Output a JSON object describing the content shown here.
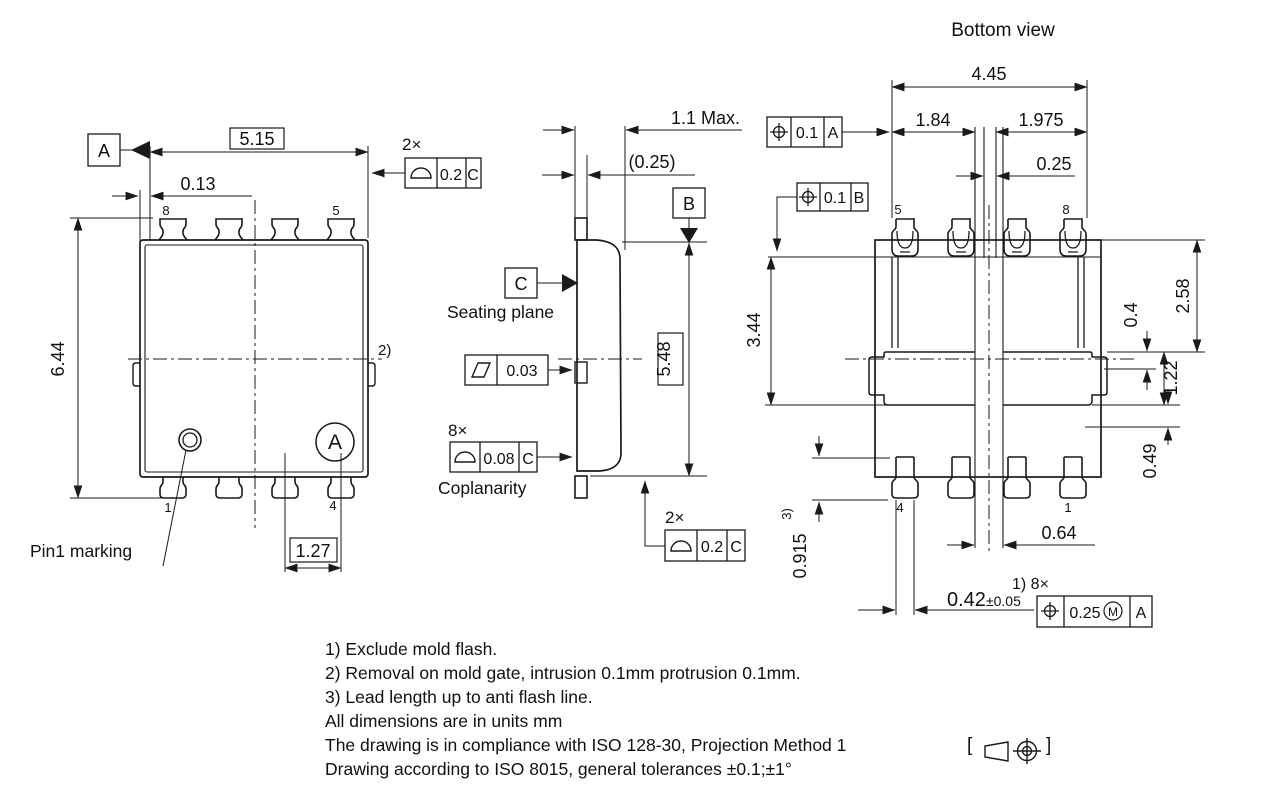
{
  "drawing": {
    "front_view": {
      "dim_width": "5.15",
      "dim_offset": "0.13",
      "dim_height": "6.44",
      "dim_pitch": "1.27",
      "pin8": "8",
      "pin5": "5",
      "pin1": "1",
      "pin4": "4",
      "datum_a": "A",
      "marking_circle_letter": "A",
      "pin1_label": "Pin1 marking",
      "note_ref": "2)",
      "fcf_top": {
        "count": "2×",
        "symbol": "profile-of-surface",
        "tolerance": "0.2",
        "datum": "C"
      }
    },
    "side_view": {
      "dim_total": "1.1 Max.",
      "dim_lead": "(0.25)",
      "dim_body": "5.48",
      "datum_b": "B",
      "datum_c": "C",
      "seating_plane_label": "Seating plane",
      "coplanarity_label": "Coplanarity",
      "fcf_flatness": {
        "symbol": "flatness",
        "tolerance": "0.03"
      },
      "fcf_coplanarity": {
        "count": "8×",
        "symbol": "profile-of-surface",
        "tolerance": "0.08",
        "datum": "C"
      },
      "fcf_lead_tips": {
        "count": "2×",
        "symbol": "profile-of-surface",
        "tolerance": "0.2",
        "datum": "C"
      }
    },
    "bottom_view": {
      "title": "Bottom view",
      "dim_span": "4.45",
      "dim_left": "1.84",
      "dim_right": "1.975",
      "dim_slot": "0.25",
      "dim_pad_height": "3.44",
      "dim_top": "2.58",
      "dim_step": "0.4",
      "dim_mid": "1.22",
      "dim_lower": "0.49",
      "dim_gap": "0.64",
      "dim_lead_len": "0.915",
      "lead_len_ref": "3)",
      "dim_lead_width": "0.42",
      "dim_lead_width_tol": "±0.05",
      "fcf_count": "1) 8×",
      "pin5": "5",
      "pin8": "8",
      "pin4": "4",
      "pin1": "1",
      "fcf_pos_a": {
        "symbol": "position",
        "tolerance": "0.1",
        "datum": "A"
      },
      "fcf_pos_b": {
        "symbol": "position",
        "tolerance": "0.1",
        "datum": "B"
      },
      "fcf_pos_leads": {
        "symbol": "position",
        "tolerance": "0.25",
        "modifier": "M",
        "datum": "A"
      }
    },
    "notes": {
      "line1": "1) Exclude mold flash.",
      "line2": "2) Removal on mold gate, intrusion 0.1mm protrusion 0.1mm.",
      "line3": "3) Lead length up to anti flash line.",
      "line4": "All dimensions are in units mm",
      "line5": "The drawing is in compliance with ISO 128-30, Projection Method 1",
      "bracket_open": "[",
      "bracket_close": "]",
      "projection_symbol": "first-angle-projection",
      "line6": "Drawing according to ISO 8015, general tolerances ±0.1;±1°"
    },
    "colors": {
      "line": "#1a1a1a",
      "background": "#ffffff"
    }
  }
}
